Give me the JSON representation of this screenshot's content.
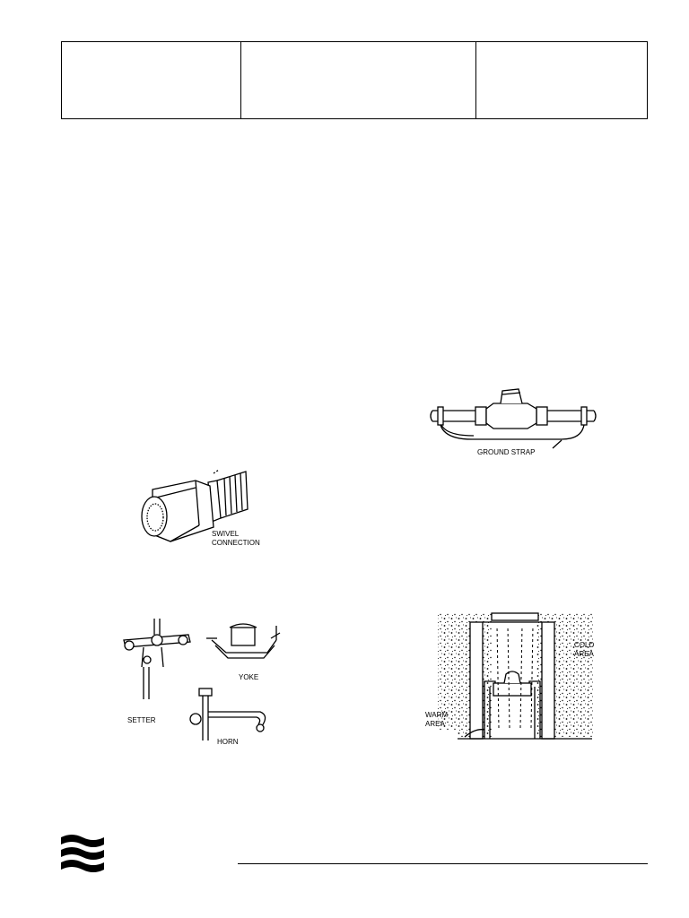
{
  "header": {
    "cells": [
      "",
      "",
      ""
    ]
  },
  "figures": {
    "swivel": {
      "label_line1": "SWIVEL",
      "label_line2": "CONNECTION"
    },
    "setter": {
      "label": "SETTER"
    },
    "yoke": {
      "label": "YOKE"
    },
    "horn": {
      "label": "HORN"
    },
    "ground_strap": {
      "label": "GROUND STRAP"
    },
    "pit": {
      "cold_line1": "COLD",
      "cold_line2": "AREA",
      "warm_line1": "WARM",
      "warm_line2": "AREA"
    }
  },
  "footer": {
    "logo": "company-logo-icon"
  }
}
